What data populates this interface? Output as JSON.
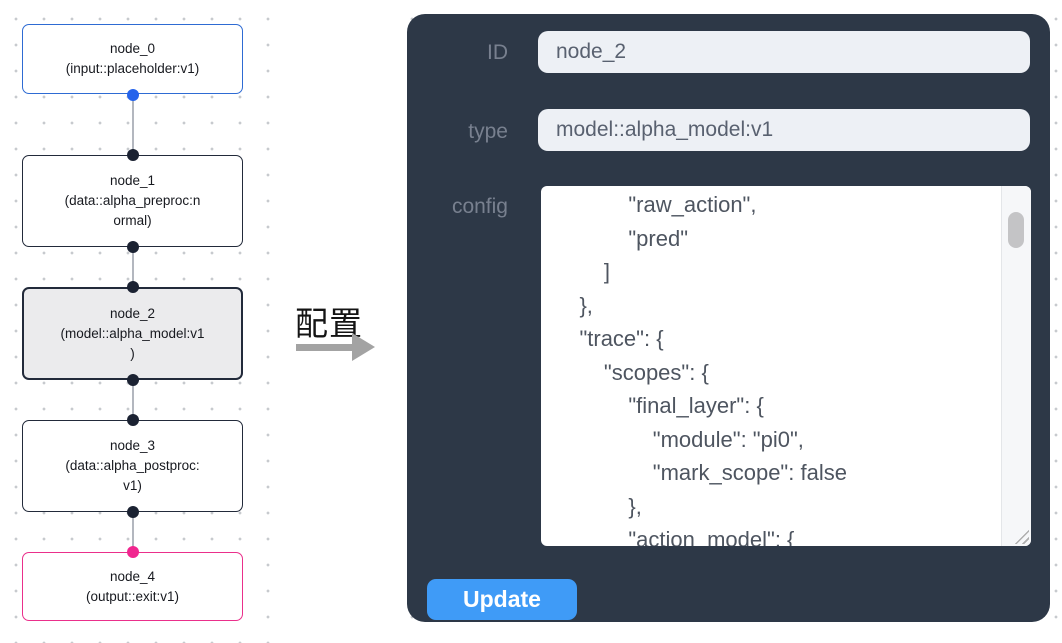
{
  "flowchart": {
    "nodes": [
      {
        "id": "node_0",
        "lines": [
          "node_0",
          "(input::placeholder:v1)"
        ],
        "full_type": "input::placeholder:v1",
        "accent": "#2e6bd3",
        "selected": false
      },
      {
        "id": "node_1",
        "lines": [
          "node_1",
          "(data::alpha_preproc:n",
          "ormal)"
        ],
        "full_type": "data::alpha_preproc:normal",
        "accent": "#222a3a",
        "selected": false
      },
      {
        "id": "node_2",
        "lines": [
          "node_2",
          "(model::alpha_model:v1",
          ")"
        ],
        "full_type": "model::alpha_model:v1",
        "accent": "#222a3a",
        "selected": true
      },
      {
        "id": "node_3",
        "lines": [
          "node_3",
          "(data::alpha_postproc:",
          "v1)"
        ],
        "full_type": "data::alpha_postproc:v1",
        "accent": "#222a3a",
        "selected": false
      },
      {
        "id": "node_4",
        "lines": [
          "node_4",
          "(output::exit:v1)"
        ],
        "full_type": "output::exit:v1",
        "accent": "#ea2f8b",
        "selected": false
      }
    ],
    "handle_colors": {
      "source_top": "#2563eb",
      "default": "#1b2232",
      "target_bottom": "#f0268f"
    }
  },
  "transfer": {
    "label": "配置",
    "arrow_color": "#a3a3a3"
  },
  "panel": {
    "background": "#2d3847",
    "fields": [
      {
        "label": "ID",
        "value": "node_2"
      },
      {
        "label": "type",
        "value": "model::alpha_model:v1"
      }
    ],
    "config_label": "config",
    "config_text": "            \"raw_action\",\n            \"pred\"\n        ]\n    },\n    \"trace\": {\n        \"scopes\": {\n            \"final_layer\": {\n                \"module\": \"pi0\",\n                \"mark_scope\": false\n            },\n            \"action_model\": {",
    "update_label": "Update",
    "update_color": "#3f9bf7"
  }
}
